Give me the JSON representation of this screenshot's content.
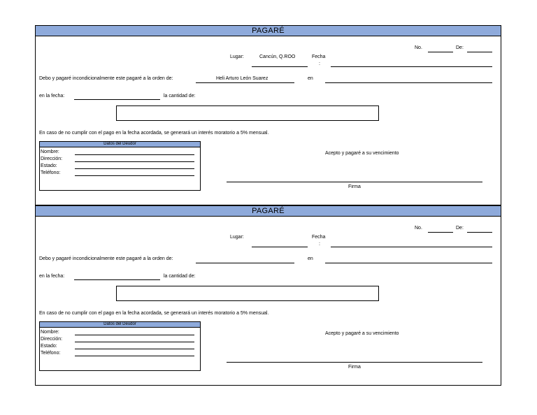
{
  "forms": [
    {
      "title": "PAGARÉ",
      "no_label": "No.",
      "de_label": "De:",
      "lugar_label": "Lugar:",
      "lugar_value": "Cancún, Q.ROO",
      "fecha_label": "Fecha",
      "fecha_colon": ":",
      "orden_text": "Debo y pagaré incondicionalmente este pagaré a la orden de:",
      "orden_value": "Heli Arturo León Suarez",
      "en_label": "en",
      "en_la_fecha_label": "en la fecha:",
      "cantidad_label": "la cantidad de:",
      "interes_text": "En caso de no cumplir con el pago en la fecha acordada, se generará un interés moratorio a 5% mensual.",
      "deudor_title": "Datos del Deudor",
      "nombre_label": "Nombre:",
      "direccion_label": "Dirección:",
      "estado_label": "Estado:",
      "telefono_label": "Teléfono:",
      "acepto_text": "Acepto y pagaré a su vencimiento",
      "firma_label": "Firma"
    },
    {
      "title": "PAGARÉ",
      "no_label": "No.",
      "de_label": "De:",
      "lugar_label": "Lugar:",
      "lugar_value": "",
      "fecha_label": "Fecha",
      "fecha_colon": ":",
      "orden_text": "Debo y pagaré incondicionalmente este pagaré a la orden de:",
      "orden_value": "",
      "en_label": "en",
      "en_la_fecha_label": "en la fecha:",
      "cantidad_label": "la cantidad de:",
      "interes_text": "En caso de no cumplir con el pago en la fecha acordada, se generará un interés moratorio a 5% mensual.",
      "deudor_title": "Datos del Deudor",
      "nombre_label": "Nombre:",
      "direccion_label": "Dirección:",
      "estado_label": "Estado:",
      "telefono_label": "Teléfono:",
      "acepto_text": "Acepto y pagaré a su vencimiento",
      "firma_label": "Firma"
    }
  ],
  "colors": {
    "header_fill": "#8eaadb",
    "border": "#000000"
  }
}
